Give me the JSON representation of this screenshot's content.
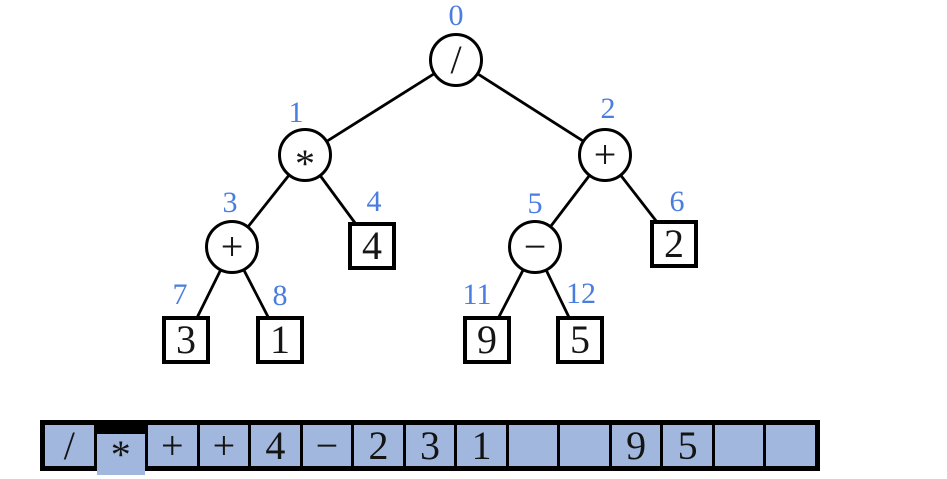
{
  "figure": {
    "description": "Binary expression tree with array-based representation"
  },
  "tree": {
    "nodes": [
      {
        "index": "0",
        "value": "/",
        "shape": "circle"
      },
      {
        "index": "1",
        "value": "*",
        "shape": "circle"
      },
      {
        "index": "2",
        "value": "+",
        "shape": "circle"
      },
      {
        "index": "3",
        "value": "+",
        "shape": "circle"
      },
      {
        "index": "4",
        "value": "4",
        "shape": "square"
      },
      {
        "index": "5",
        "value": "−",
        "shape": "circle"
      },
      {
        "index": "6",
        "value": "2",
        "shape": "square"
      },
      {
        "index": "7",
        "value": "3",
        "shape": "square"
      },
      {
        "index": "8",
        "value": "1",
        "shape": "square"
      },
      {
        "index": "11",
        "value": "9",
        "shape": "square"
      },
      {
        "index": "12",
        "value": "5",
        "shape": "square"
      }
    ]
  },
  "array": {
    "cells": [
      "/",
      "*",
      "+",
      "+",
      "4",
      "−",
      "2",
      "3",
      "1",
      "",
      "",
      "9",
      "5",
      "",
      ""
    ]
  },
  "colors": {
    "index_label_blue": "#4a7de0",
    "cell_fill": "#a2b7dd",
    "outline": "#000000",
    "background": "#ffffff"
  }
}
